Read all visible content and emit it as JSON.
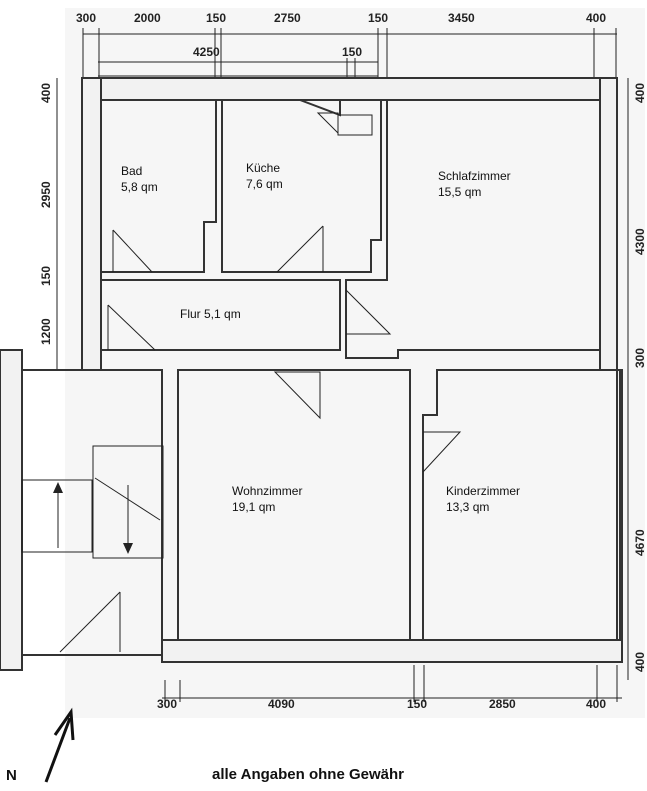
{
  "dimensions": {
    "top": [
      "300",
      "2000",
      "150",
      "2750",
      "150",
      "3450",
      "400"
    ],
    "top_second": [
      "4250",
      "150"
    ],
    "left": [
      "400",
      "2950",
      "150",
      "1200"
    ],
    "right": [
      "400",
      "4300",
      "300",
      "4670",
      "400"
    ],
    "bottom": [
      "300",
      "4090",
      "150",
      "2850",
      "400"
    ]
  },
  "rooms": [
    {
      "name": "Bad",
      "area": "5,8 qm"
    },
    {
      "name": "Küche",
      "area": "7,6 qm"
    },
    {
      "name": "Schlafzimmer",
      "area": "15,5 qm"
    },
    {
      "name": "Flur 5,1 qm"
    },
    {
      "name": "Wohnzimmer",
      "area": "19,1 qm"
    },
    {
      "name": "Kinderzimmer",
      "area": "13,3 qm"
    }
  ],
  "north_label": "N",
  "disclaimer": "alle Angaben ohne Gewähr"
}
